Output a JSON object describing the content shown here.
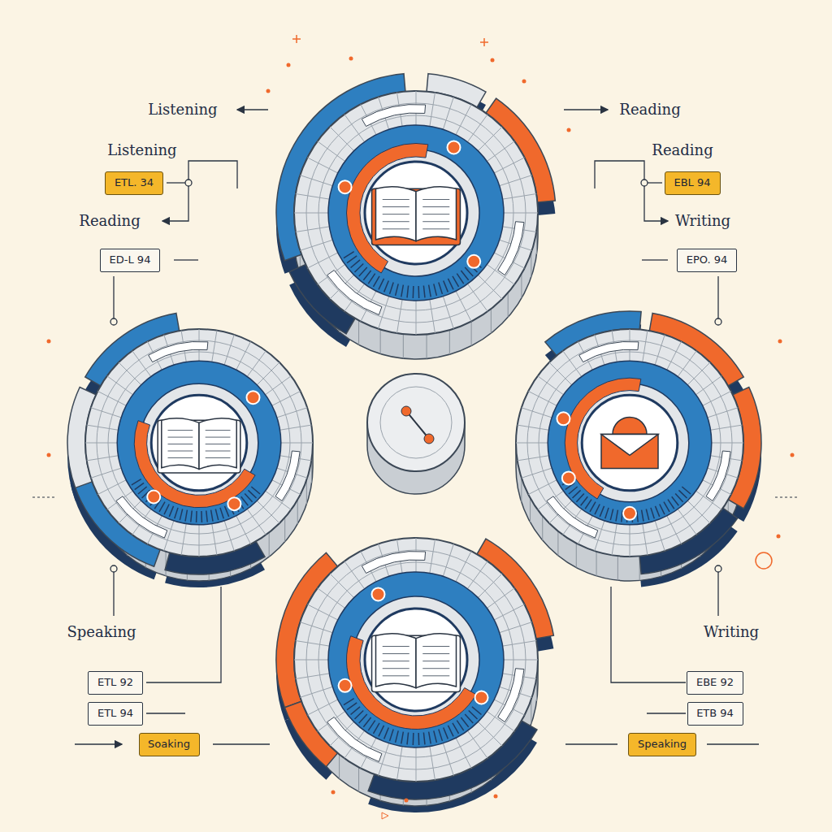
{
  "diagram": {
    "nodes": [
      {
        "text": [
          "ETL. 34"
        ]
      },
      {
        "text": [
          "EBL 94"
        ]
      },
      {
        "text": [
          "ED-L 94"
        ]
      },
      {
        "text": [
          "EPO. 94"
        ]
      },
      {
        "text": [
          "ETL 92"
        ]
      },
      {
        "text": [
          "EBE 92"
        ]
      },
      {
        "text": [
          "ETL 94"
        ]
      },
      {
        "text": [
          "ETB 94"
        ]
      },
      {
        "text": [
          "Soaking"
        ]
      },
      {
        "text": [
          "Speaking"
        ]
      }
    ],
    "labels": [
      "Listening",
      "Reading",
      "Listening",
      "Reading",
      "Reading",
      "Writing",
      "Speaking",
      "Writing"
    ]
  }
}
